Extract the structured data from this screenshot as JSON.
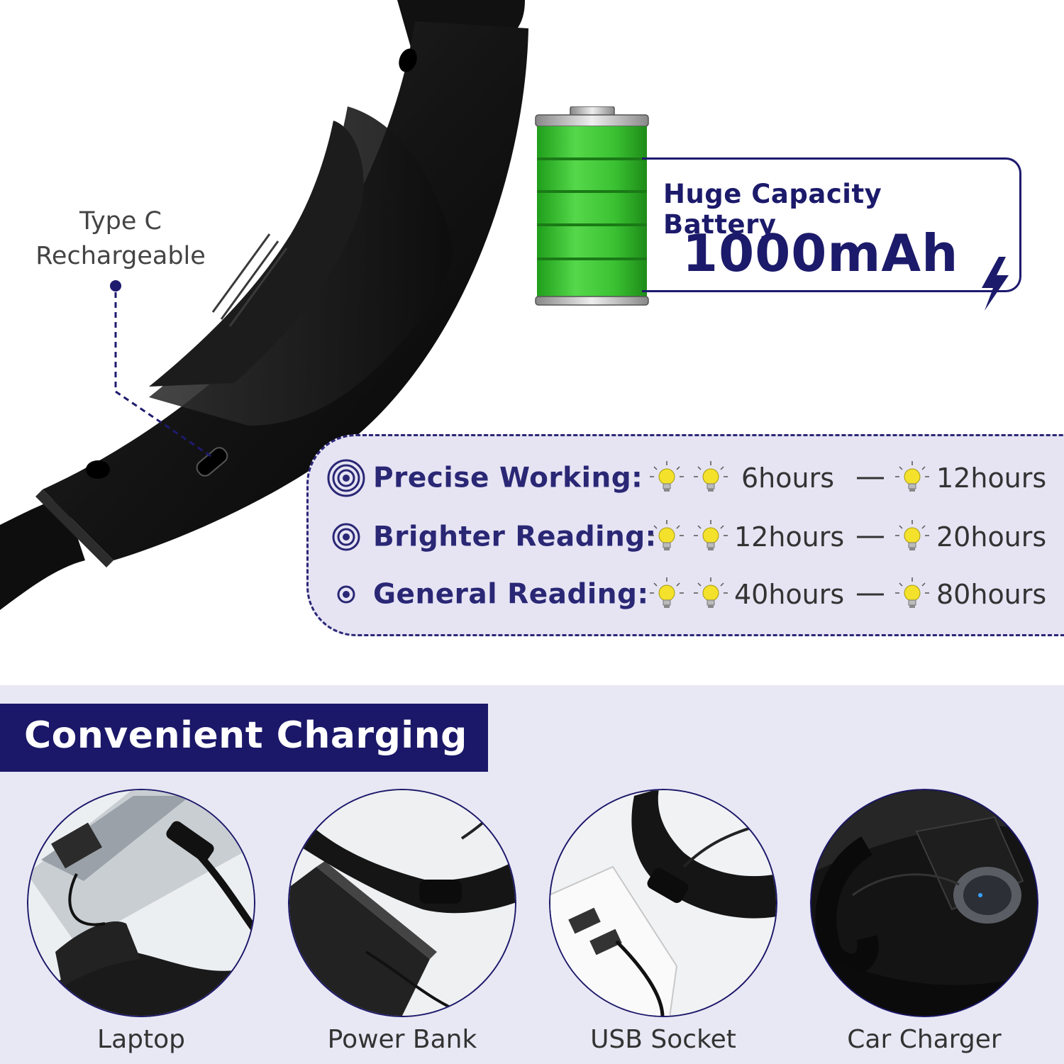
{
  "device": {
    "port_label_line1": "Type C",
    "port_label_line2": "Rechargeable",
    "battery_icon": "battery-full-icon",
    "accent_color": "#1c1a6a"
  },
  "capacity": {
    "title": "Huge Capacity Battery",
    "value": "1000mAh",
    "icon": "lightning-bolt-icon"
  },
  "runtime": {
    "bulb_icon": "light-bulb-icon",
    "rows": [
      {
        "mode": "Precise Working:",
        "min": "6hours",
        "max": "12hours",
        "target_rings": 3
      },
      {
        "mode": "Brighter Reading:",
        "min": "12hours",
        "max": "20hours",
        "target_rings": 2
      },
      {
        "mode": "General Reading:",
        "min": "40hours",
        "max": "80hours",
        "target_rings": 1
      }
    ]
  },
  "charging": {
    "title": "Convenient Charging",
    "methods": [
      {
        "label": "Laptop"
      },
      {
        "label": "Power Bank"
      },
      {
        "label": "USB Socket"
      },
      {
        "label": "Car Charger"
      }
    ]
  }
}
